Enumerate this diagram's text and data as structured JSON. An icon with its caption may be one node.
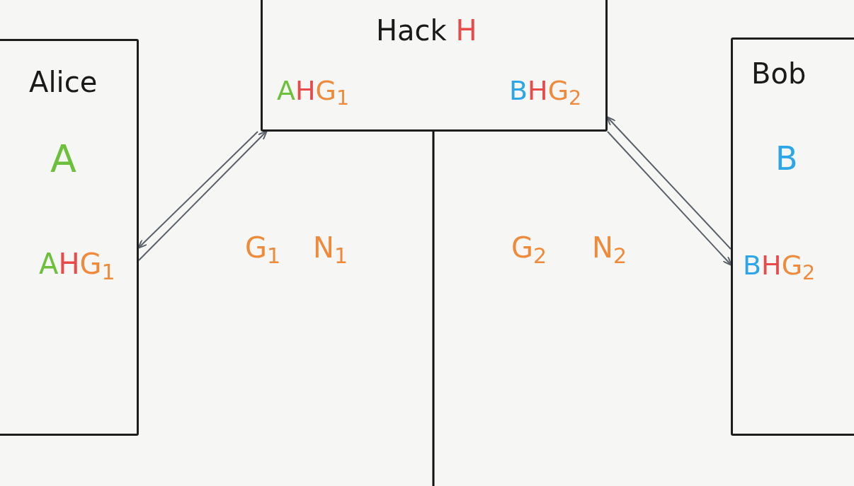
{
  "diagram": {
    "nodes": [
      {
        "text": [
          "Alice",
          "A",
          "AHG$_{1}$"
        ]
      },
      {
        "text": [
          "Hack H",
          "AHG$_{1}$",
          "BHG$_{2}$"
        ]
      },
      {
        "text": [
          "Bob",
          "B",
          "BHG$_{2}$"
        ]
      }
    ],
    "edges": [
      {
        "from": 1,
        "to": 0,
        "arrow": "to"
      },
      {
        "from": 0,
        "to": 1,
        "arrow": "to"
      },
      {
        "from": 1,
        "to": 2,
        "arrow": "to"
      },
      {
        "from": 2,
        "to": 1,
        "arrow": "to"
      }
    ],
    "labels": [
      "G$_{1}$",
      "N$_{1}$",
      "G$_{2}$",
      "N$_{2}$"
    ]
  }
}
